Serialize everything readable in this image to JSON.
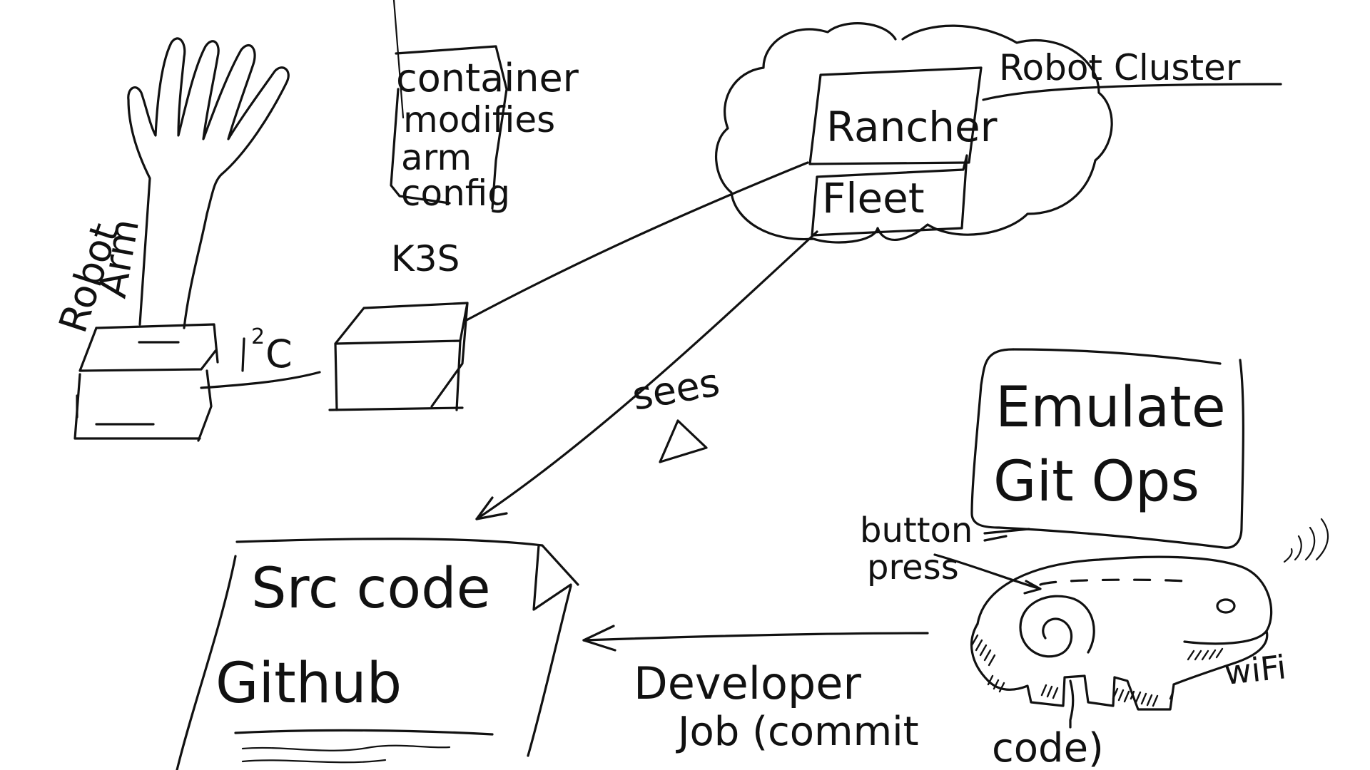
{
  "labels": {
    "robot_arm_line1": "Robot",
    "robot_arm_line2": "Arm",
    "i2c_main": "I",
    "i2c_sup": "2",
    "i2c_c": "C",
    "k3s": "K3S",
    "container_line1": "container",
    "container_line2": "modifies",
    "container_line3": "arm",
    "container_line4": "config",
    "rancher": "Rancher",
    "fleet": "Fleet",
    "robot_cluster": "Robot Cluster",
    "sees": "sees",
    "delta": "Δ",
    "src_code": "Src code",
    "github": "Github",
    "developer": "Developer",
    "job_commit": "Job (commit",
    "code_close": "code)",
    "emulate": "Emulate",
    "git_ops": "Git Ops",
    "button": "button",
    "press": "press",
    "wifi": "wiFi"
  },
  "colors": {
    "ink": "#111111",
    "paper": "#ffffff"
  }
}
